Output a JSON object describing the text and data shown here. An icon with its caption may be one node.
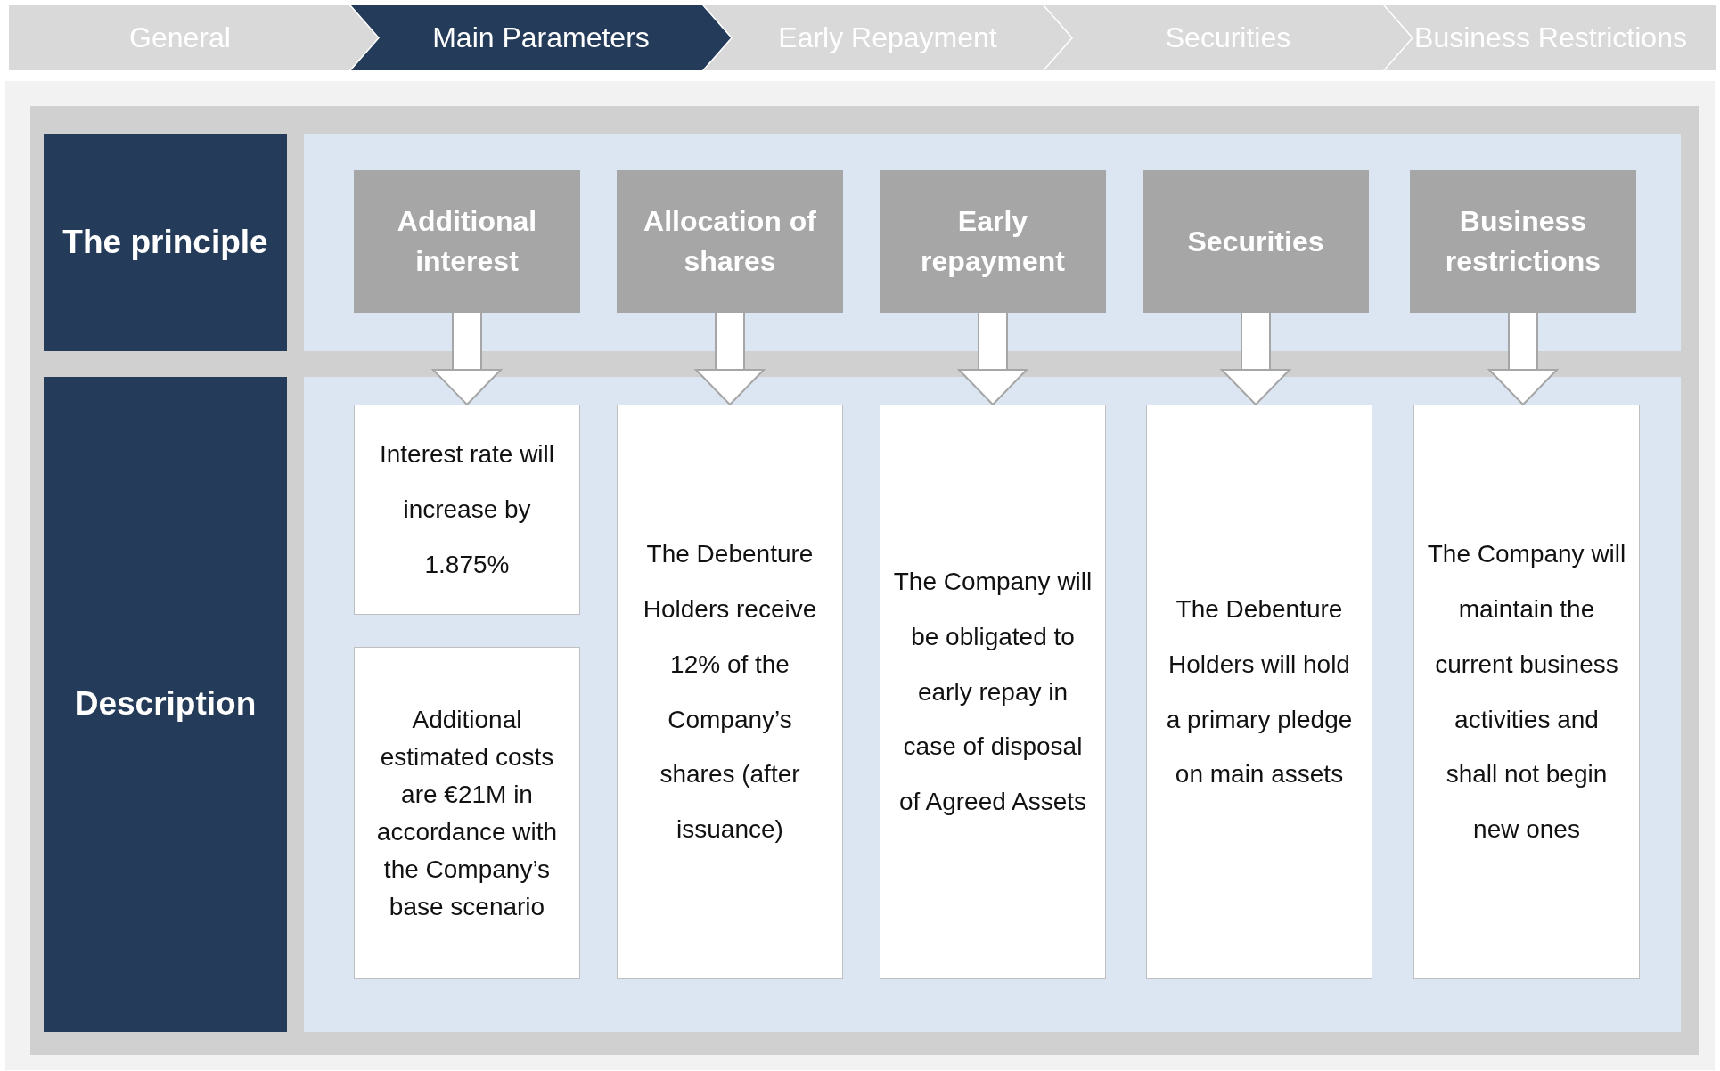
{
  "diagram": {
    "nodes": [
      {
        "text": [
          "General"
        ]
      },
      {
        "text": [
          "Main Parameters"
        ]
      },
      {
        "text": [
          "Early Repayment"
        ]
      },
      {
        "text": [
          "Securities"
        ]
      },
      {
        "text": [
          "Business Restrictions"
        ]
      },
      {
        "text": [
          "The principle"
        ]
      },
      {
        "text": [
          "Description"
        ]
      },
      {
        "text": [
          "Additional interest"
        ]
      },
      {
        "text": [
          "Allocation of shares"
        ]
      },
      {
        "text": [
          "Early repayment"
        ]
      },
      {
        "text": [
          "Securities"
        ]
      },
      {
        "text": [
          "Business restrictions"
        ]
      },
      {
        "text": [
          "Interest rate will increase by 1.875%"
        ]
      },
      {
        "text": [
          "Additional estimated costs are €21M in accordance with the Company’s base scenario"
        ]
      },
      {
        "text": [
          "The Debenture Holders receive 12% of the Company’s shares (after issuance)"
        ]
      },
      {
        "text": [
          "The Company will be obligated to early repay in case of disposal of Agreed Assets"
        ]
      },
      {
        "text": [
          "The Debenture Holders will hold a primary pledge on main assets"
        ]
      },
      {
        "text": [
          "The Company will maintain the current business activities and shall not begin new ones"
        ]
      }
    ],
    "edges": [
      {
        "from": 7,
        "to": 12,
        "arrow": "to"
      },
      {
        "from": 8,
        "to": 14,
        "arrow": "to"
      },
      {
        "from": 9,
        "to": 15,
        "arrow": "to"
      },
      {
        "from": 10,
        "to": 16,
        "arrow": "to"
      },
      {
        "from": 11,
        "to": 17,
        "arrow": "to"
      }
    ]
  }
}
